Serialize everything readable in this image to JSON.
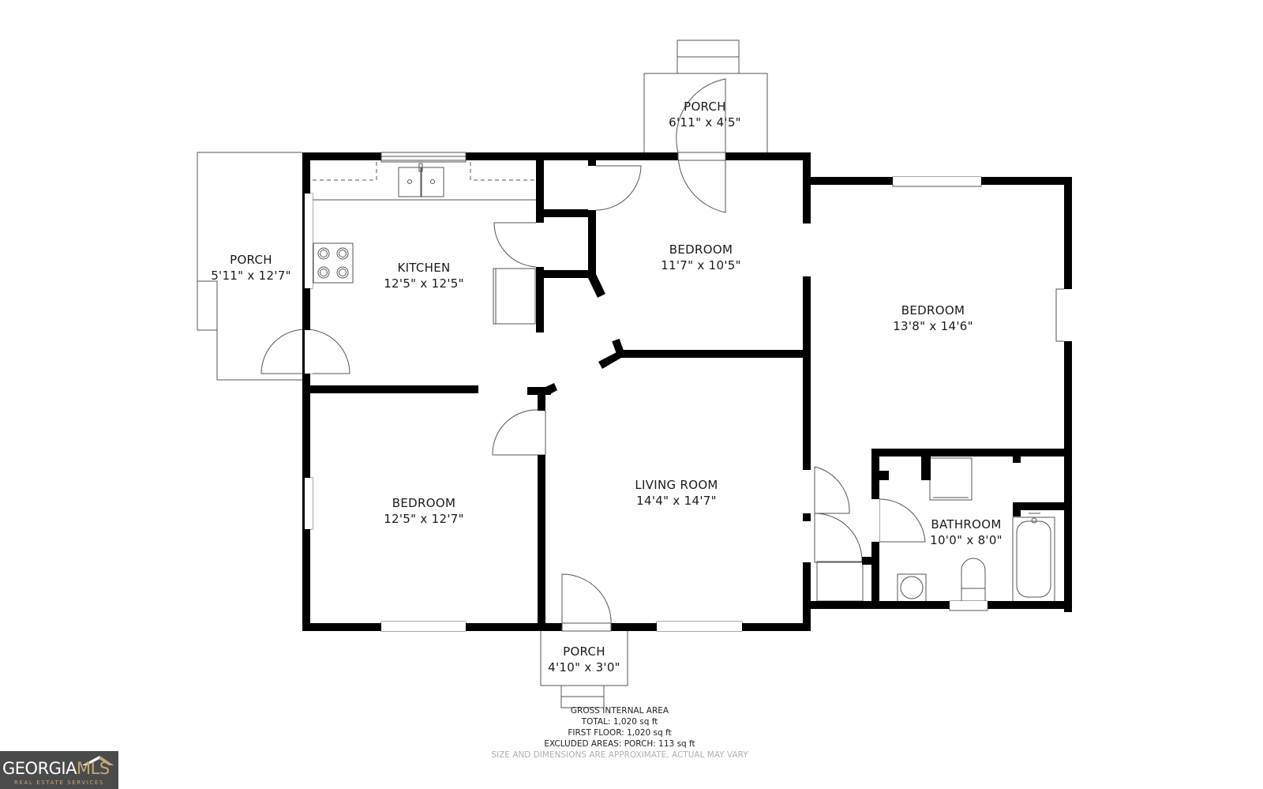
{
  "floorplan": {
    "rooms": [
      {
        "id": "porch-west",
        "name": "PORCH",
        "dimensions": "5'11\" x 12'7\""
      },
      {
        "id": "kitchen",
        "name": "KITCHEN",
        "dimensions": "12'5\" x 12'5\""
      },
      {
        "id": "porch-north",
        "name": "PORCH",
        "dimensions": "6'11\" x 4'5\""
      },
      {
        "id": "bedroom-north",
        "name": "BEDROOM",
        "dimensions": "11'7\" x 10'5\""
      },
      {
        "id": "bedroom-east",
        "name": "BEDROOM",
        "dimensions": "13'8\" x 14'6\""
      },
      {
        "id": "bedroom-southwest",
        "name": "BEDROOM",
        "dimensions": "12'5\" x 12'7\""
      },
      {
        "id": "living-room",
        "name": "LIVING ROOM",
        "dimensions": "14'4\" x 14'7\""
      },
      {
        "id": "bathroom",
        "name": "BATHROOM",
        "dimensions": "10'0\" x 8'0\""
      },
      {
        "id": "porch-south",
        "name": "PORCH",
        "dimensions": "4'10\" x 3'0\""
      }
    ],
    "summary": {
      "heading": "GROSS INTERNAL AREA",
      "total": "TOTAL: 1,020 sq ft",
      "first_floor": "FIRST FLOOR: 1,020 sq ft",
      "excluded": "EXCLUDED AREAS: PORCH: 113 sq ft",
      "disclaimer": "SIZE AND DIMENSIONS ARE APPROXIMATE, ACTUAL MAY VARY"
    }
  },
  "logo": {
    "brand_main": "GEORGIA",
    "brand_accent": "MLS",
    "tagline": "REAL ESTATE SERVICES"
  },
  "colors": {
    "wall": "#000000",
    "line": "#555555",
    "logo_bg": "#4b4b4b",
    "logo_accent": "#c2a77a"
  }
}
